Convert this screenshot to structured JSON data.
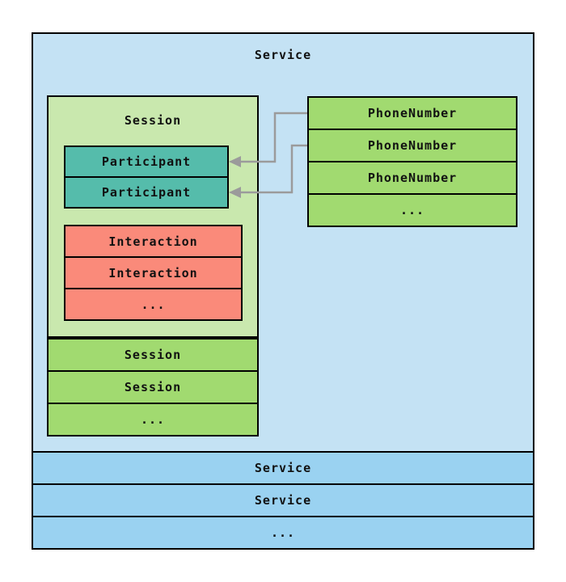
{
  "diagram": {
    "outer_service": "Service",
    "session_container": "Session",
    "participants": [
      "Participant",
      "Participant"
    ],
    "interactions": [
      "Interaction",
      "Interaction",
      "..."
    ],
    "session_rows": [
      "Session",
      "Session",
      "..."
    ],
    "phone_numbers": [
      "PhoneNumber",
      "PhoneNumber",
      "PhoneNumber",
      "..."
    ],
    "service_rows": [
      "Service",
      "Service",
      "..."
    ],
    "colors": {
      "service_container_fill": "#c4e2f4",
      "service_row_fill": "#9ad2f1",
      "session_container_fill": "#c9e8ae",
      "green_row_fill": "#a1da70",
      "participant_fill": "#55bcab",
      "interaction_fill": "#fa8a7a",
      "border": "#000000",
      "arrow": "#9b9b9b"
    }
  }
}
